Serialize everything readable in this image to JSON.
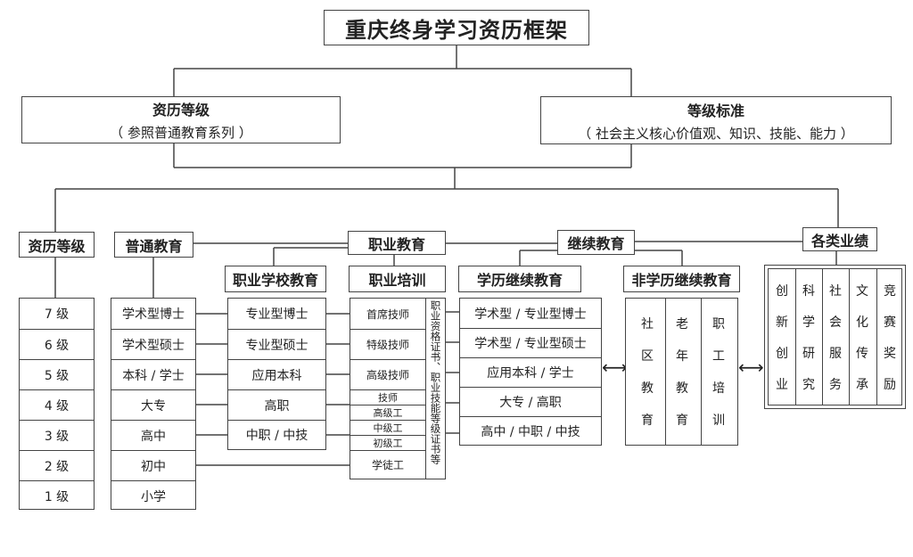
{
  "title": "重庆终身学习资历框架",
  "level_box": {
    "title": "资历等级",
    "subtitle": "（ 参照普通教育系列 ）"
  },
  "standard_box": {
    "title": "等级标准",
    "subtitle": "（ 社会主义核心价值观、知识、技能、能力 ）"
  },
  "categories": {
    "levels": "资历等级",
    "general": "普通教育",
    "vocational": "职业教育",
    "continuing": "继续教育",
    "achievements": "各类业绩"
  },
  "subcategories": {
    "voc_school": "职业学校教育",
    "voc_training": "职业培训",
    "academic_cont": "学历继续教育",
    "nonacademic_cont": "非学历继续教育"
  },
  "levels": [
    "7 级",
    "6 级",
    "5 级",
    "4 级",
    "3 级",
    "2 级",
    "1 级"
  ],
  "general_items": [
    "学术型博士",
    "学术型硕士",
    "本科 / 学士",
    "大专",
    "高中",
    "初中",
    "小学"
  ],
  "voc_school_items": [
    "专业型博士",
    "专业型硕士",
    "应用本科",
    "高职",
    "中职 / 中技"
  ],
  "voc_training_items": [
    "首席技师",
    "特级技师",
    "高级技师",
    "技师",
    "高级工",
    "中级工",
    "初级工",
    "学徒工"
  ],
  "voc_training_side": "职业资格证书、职业技能等级证书等",
  "academic_cont_items": [
    "学术型 / 专业型博士",
    "学术型 / 专业型硕士",
    "应用本科 / 学士",
    "大专 / 高职",
    "高中 / 中职 / 中技"
  ],
  "nonacademic_items": [
    [
      "社",
      "区",
      "教",
      "育"
    ],
    [
      "老",
      "年",
      "教",
      "育"
    ],
    [
      "职",
      "工",
      "培",
      "训"
    ]
  ],
  "achievement_items": [
    [
      "创",
      "新",
      "创",
      "业"
    ],
    [
      "科",
      "学",
      "研",
      "究"
    ],
    [
      "社",
      "会",
      "服",
      "务"
    ],
    [
      "文",
      "化",
      "传",
      "承"
    ],
    [
      "竞",
      "赛",
      "奖",
      "励"
    ]
  ],
  "arrow_glyph": "⟷"
}
